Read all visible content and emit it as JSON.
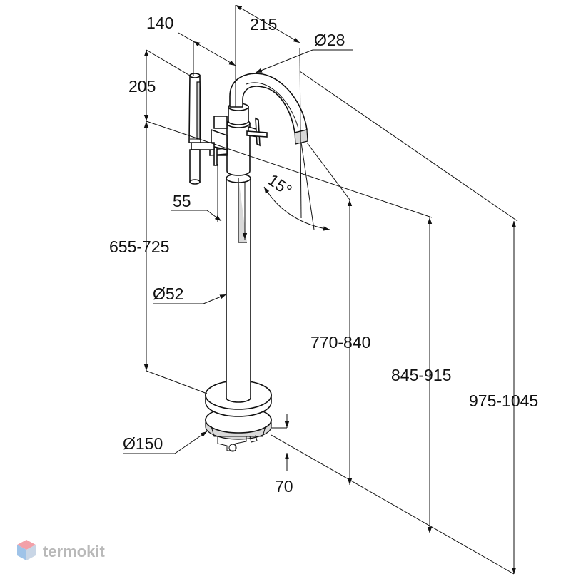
{
  "dimensions": {
    "handshower_offset": "140",
    "spout_reach": "215",
    "spout_diameter": "Ø28",
    "handshower_height": "205",
    "spout_angle": "15°",
    "handshower_spacing": "55",
    "body_height": "655-725",
    "column_diameter": "Ø52",
    "outlet_height": "770-840",
    "spout_top_height": "845-915",
    "total_height": "975-1045",
    "base_diameter": "Ø150",
    "base_height": "70"
  },
  "watermark": {
    "brand": "termokit",
    "colors": {
      "top": "#f3a0a8",
      "left": "#9fc3e8",
      "right": "#c9d6e6",
      "text": "#b9b9b9"
    }
  }
}
